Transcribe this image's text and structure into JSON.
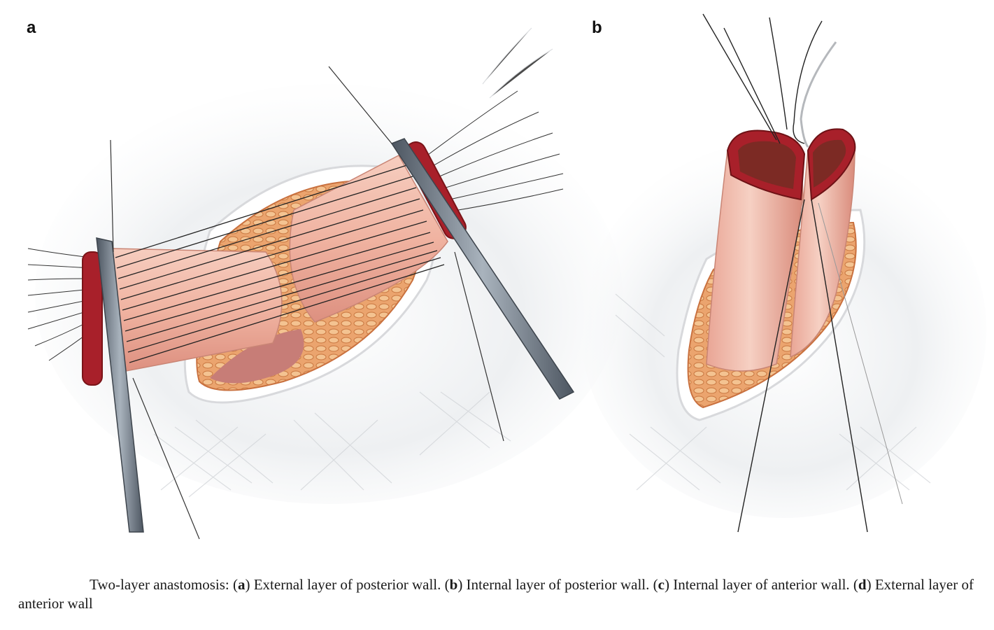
{
  "panels": {
    "a": {
      "label": "a"
    },
    "b": {
      "label": "b"
    }
  },
  "caption": {
    "lead": "Two-layer anastomosis: (",
    "a_key": "a",
    "a_text": ") External layer of posterior wall. (",
    "b_key": "b",
    "b_text": ") Internal layer of posterior wall. (",
    "c_key": "c",
    "c_text": ") Internal layer of anterior wall. (",
    "d_key": "d",
    "d_text": ") External layer of anterior wall"
  },
  "colors": {
    "tissue": "#f1b9a8",
    "tissue_shadow": "#d88e7c",
    "fat": "#e8a672",
    "wound_rim": "#c9713f",
    "mucosa": "#b0252a",
    "clamp": "#6f7a86",
    "suture": "#2a2a2a",
    "field": "#e3e4e6"
  }
}
